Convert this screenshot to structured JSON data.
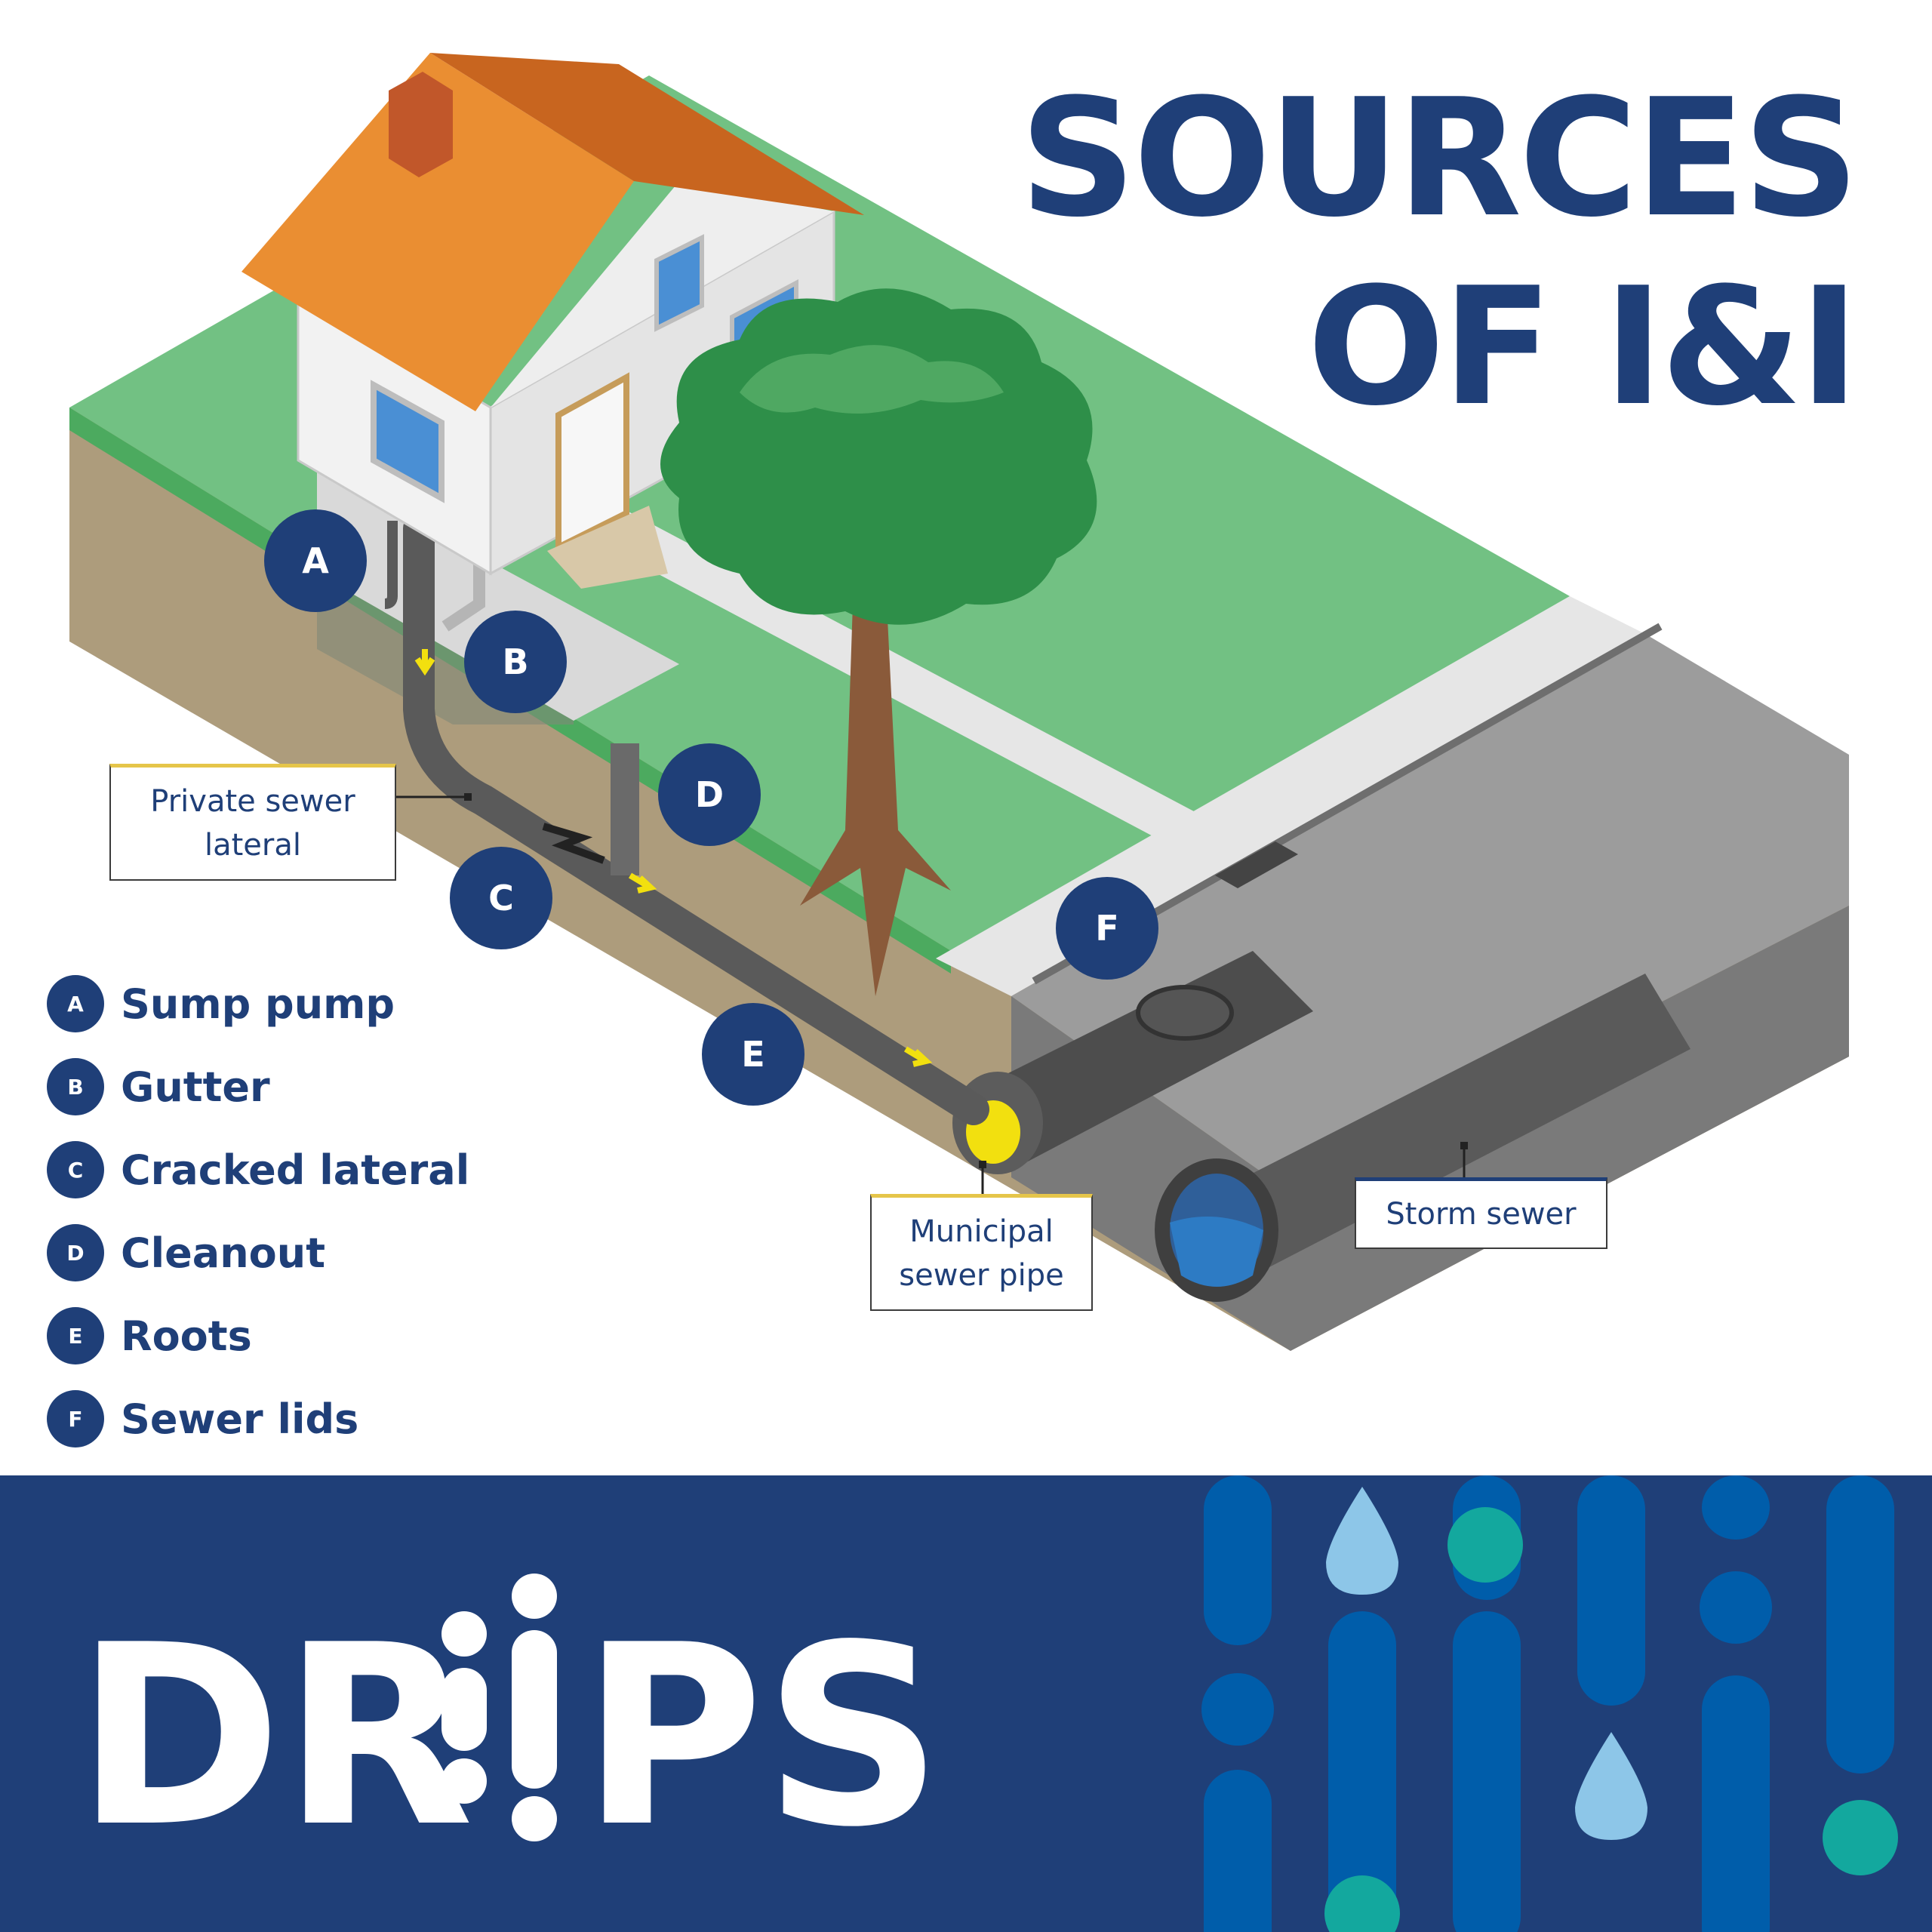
{
  "title": {
    "line1": "SOURCES",
    "line2": "OF I&I"
  },
  "markers": [
    "A",
    "B",
    "C",
    "D",
    "E",
    "F"
  ],
  "callouts": {
    "private_lateral": "Private sewer\nlateral",
    "municipal_pipe": "Municipal\nsewer pipe",
    "storm_sewer": "Storm sewer"
  },
  "legend": [
    {
      "letter": "A",
      "label": "Sump pump"
    },
    {
      "letter": "B",
      "label": "Gutter"
    },
    {
      "letter": "C",
      "label": "Cracked lateral"
    },
    {
      "letter": "D",
      "label": "Cleanout"
    },
    {
      "letter": "E",
      "label": "Roots"
    },
    {
      "letter": "F",
      "label": "Sewer lids"
    }
  ],
  "brand": {
    "name_left": "DR",
    "name_right": "PS",
    "accent": "!"
  },
  "colors": {
    "navy": "#1f3f78",
    "grass": "#72c183",
    "soil": "#ad9c7c",
    "road": "#9a9a9a",
    "roof": "#ea8e32",
    "water_yellow": "#f2e00f",
    "teal": "#13a89e",
    "light_blue": "#8dc6e8",
    "stripe_blue": "#005daa"
  }
}
